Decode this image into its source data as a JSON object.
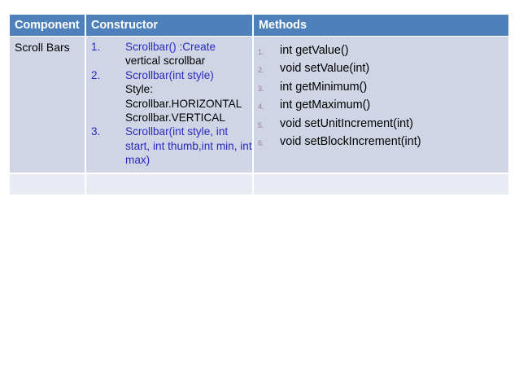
{
  "slide": {
    "background_color": "#FFFFFF"
  },
  "table": {
    "header_bg": "#4E81BC",
    "header_text_color": "#FFFFFF",
    "body_bg": "#CFD5E5",
    "empty_row_bg": "#E8EBF3",
    "accent_blue_text": "#2A2AC0",
    "marker_purple": "#9A78A8",
    "columns": [
      {
        "key": "component",
        "label": "Component"
      },
      {
        "key": "constructor",
        "label": "Constructor"
      },
      {
        "key": "methods",
        "label": "Methods"
      }
    ],
    "rows": [
      {
        "component": "Scroll Bars",
        "constructor_items": [
          {
            "number": "1.",
            "main": "Scrollbar() :Create",
            "extra_lines": [
              "vertical scrollbar"
            ]
          },
          {
            "number": "2.",
            "main": "Scrollbar(int style)",
            "extra_lines": [
              "Style:",
              "Scrollbar.HORIZONTAL",
              "Scrollbar.VERTICAL"
            ]
          },
          {
            "number": "3.",
            "main": "Scrollbar(int style, int start, int thumb,int min, int max)",
            "extra_lines": []
          }
        ],
        "method_items": [
          {
            "number": "1.",
            "text": "int getValue()"
          },
          {
            "number": "2.",
            "text": "void  setValue(int)"
          },
          {
            "number": "3.",
            "text": "int getMinimum()"
          },
          {
            "number": "4.",
            "text": "int getMaximum()"
          },
          {
            "number": "5.",
            "text": "void setUnitIncrement(int)"
          },
          {
            "number": "6.",
            "text": "void setBlockIncrement(int)"
          }
        ]
      }
    ],
    "empty_rows": 1
  }
}
